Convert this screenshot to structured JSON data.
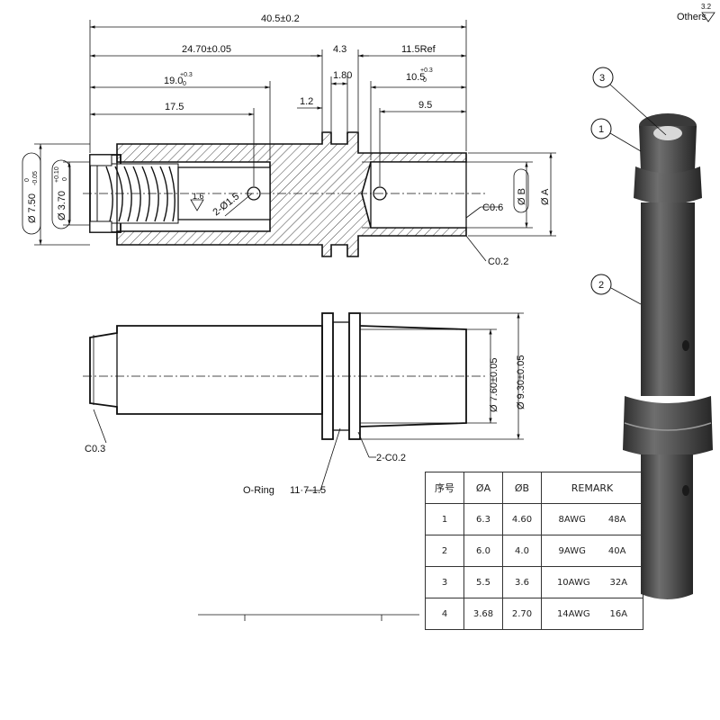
{
  "dimensions": {
    "overall_length": "40.5±0.2",
    "len_24_70": "24.70±0.05",
    "len_4_3": "4.3",
    "len_11_5": "11.5Ref",
    "len_19_0": "19.0",
    "tol_19_0": "+0.3",
    "tol_19_0_low": "0",
    "len_1_80": "1.80",
    "len_10_5": "10.5",
    "tol_10_5": "+0.3",
    "tol_10_5_low": "0",
    "len_17_5": "17.5",
    "len_1_2": "1.2",
    "len_9_5": "9.5",
    "dia_7_50": "Ø 7.50",
    "dia_7_50_tol_up": "0",
    "dia_7_50_tol_low": "-0.05",
    "dia_3_70": "Ø 3.70",
    "dia_3_70_tol_up": "+0.10",
    "dia_3_70_tol_low": "0",
    "dia_b": "Ø B",
    "dia_a": "Ø A",
    "chamfer_c0_6": "C0.6",
    "chamfer_c0_2": "C0.2",
    "chamfer_c0_3": "C0.3",
    "chamfer_2_c0_2": "2-C0.2",
    "hole_2_d1_5": "2-Ø1.5",
    "roughness_1_6": "1.6",
    "dia_7_60": "Ø 7.60±0.05",
    "dia_9_30": "Ø 9.30±0.05",
    "oring_label": "O-Ring",
    "oring_size": "11·7·1.5"
  },
  "surface_note": {
    "label": "Others",
    "value": "3.2"
  },
  "balloons": [
    "3",
    "1",
    "2"
  ],
  "table": {
    "headers": [
      "序号",
      "ØA",
      "ØB",
      "REMARK"
    ],
    "rows": [
      {
        "no": "1",
        "a": "6.3",
        "b": "4.60",
        "awg": "8AWG",
        "amp": "48A"
      },
      {
        "no": "2",
        "a": "6.0",
        "b": "4.0",
        "awg": "9AWG",
        "amp": "40A"
      },
      {
        "no": "3",
        "a": "5.5",
        "b": "3.6",
        "awg": "10AWG",
        "amp": "32A"
      },
      {
        "no": "4",
        "a": "3.68",
        "b": "2.70",
        "awg": "14AWG",
        "amp": "16A"
      }
    ]
  },
  "colors": {
    "line": "#111111",
    "part_shade": "#555555"
  }
}
